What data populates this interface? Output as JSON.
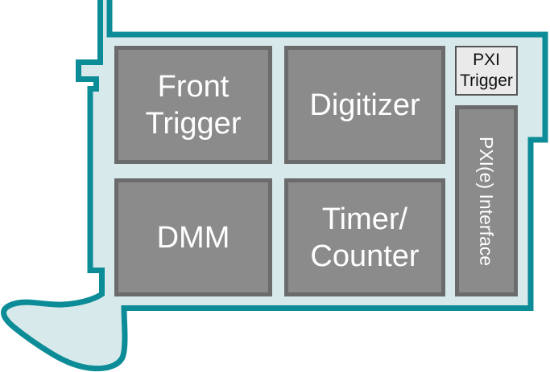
{
  "colors": {
    "outline": "#0b8c96",
    "card-fill": "#d7e9ea",
    "block-fill": "#8b8b8b",
    "block-border": "#6b6b6b",
    "chip-fill": "#eaeaea",
    "chip-border": "#555555",
    "block-text": "#ffffff",
    "chip-text": "#111111"
  },
  "diagram": {
    "type": "pxi-module-block-diagram",
    "blocks": {
      "front_trigger": {
        "label": "Front\nTrigger"
      },
      "digitizer": {
        "label": "Digitizer"
      },
      "dmm": {
        "label": "DMM"
      },
      "timer_counter": {
        "label": "Timer/\nCounter"
      },
      "pxi_trigger": {
        "label": "PXI\nTrigger"
      },
      "pxie_interface": {
        "label": "PXI(e) Interface"
      }
    }
  }
}
